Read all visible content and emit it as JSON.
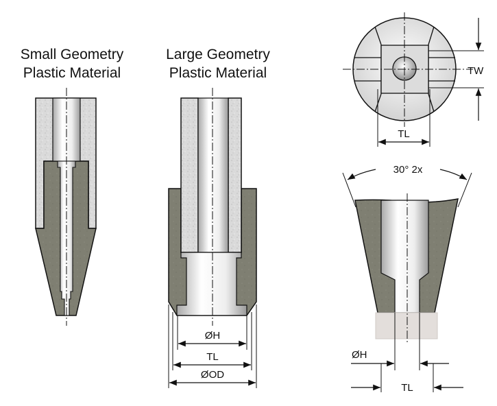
{
  "titles": {
    "small_line1": "Small Geometry",
    "small_line2": "Plastic Material",
    "large_line1": "Large Geometry",
    "large_line2": "Plastic Material"
  },
  "dimensions": {
    "large_h": "ØH",
    "large_tl": "TL",
    "large_od": "ØOD",
    "top_tw": "TW",
    "top_tl": "TL",
    "angle": "30° 2x",
    "bottom_h": "ØH",
    "bottom_tl": "TL"
  },
  "colors": {
    "insulator": "#dadada",
    "steel": "#7f7f72",
    "bore_light": "#f7f7f7",
    "bore_shade": "#9c9c9c",
    "line": "#111111"
  }
}
